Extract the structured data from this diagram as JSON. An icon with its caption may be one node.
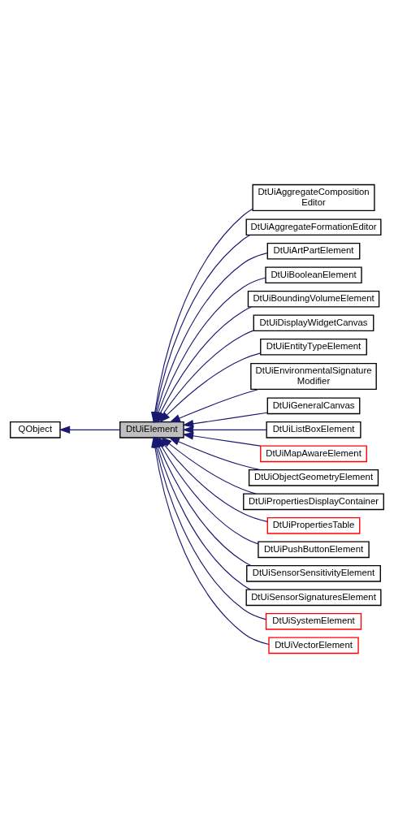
{
  "diagram": {
    "nodes": [
      {
        "text": [
          "QObject"
        ]
      },
      {
        "text": [
          "DtUiElement"
        ]
      },
      {
        "text": [
          "DtUiAggregateComposition Editor"
        ]
      },
      {
        "text": [
          "DtUiAggregateFormationEditor"
        ]
      },
      {
        "text": [
          "DtUiArtPartElement"
        ]
      },
      {
        "text": [
          "DtUiBooleanElement"
        ]
      },
      {
        "text": [
          "DtUiBoundingVolumeElement"
        ]
      },
      {
        "text": [
          "DtUiDisplayWidgetCanvas"
        ]
      },
      {
        "text": [
          "DtUiEntityTypeElement"
        ]
      },
      {
        "text": [
          "DtUiEnvironmentalSignature Modifier"
        ]
      },
      {
        "text": [
          "DtUiGeneralCanvas"
        ]
      },
      {
        "text": [
          "DtUiListBoxElement"
        ]
      },
      {
        "text": [
          "DtUiMapAwareElement"
        ]
      },
      {
        "text": [
          "DtUiObjectGeometryElement"
        ]
      },
      {
        "text": [
          "DtUiPropertiesDisplayContainer"
        ]
      },
      {
        "text": [
          "DtUiPropertiesTable"
        ]
      },
      {
        "text": [
          "DtUiPushButtonElement"
        ]
      },
      {
        "text": [
          "DtUiSensorSensitivityElement"
        ]
      },
      {
        "text": [
          "DtUiSensorSignaturesElement"
        ]
      },
      {
        "text": [
          "DtUiSystemElement"
        ]
      },
      {
        "text": [
          "DtUiVectorElement"
        ]
      }
    ],
    "edges": [
      {
        "from": 1,
        "to": 0,
        "arrow": "to"
      },
      {
        "from": 2,
        "to": 1,
        "arrow": "to"
      },
      {
        "from": 3,
        "to": 1,
        "arrow": "to"
      },
      {
        "from": 4,
        "to": 1,
        "arrow": "to"
      },
      {
        "from": 5,
        "to": 1,
        "arrow": "to"
      },
      {
        "from": 6,
        "to": 1,
        "arrow": "to"
      },
      {
        "from": 7,
        "to": 1,
        "arrow": "to"
      },
      {
        "from": 8,
        "to": 1,
        "arrow": "to"
      },
      {
        "from": 9,
        "to": 1,
        "arrow": "to"
      },
      {
        "from": 10,
        "to": 1,
        "arrow": "to"
      },
      {
        "from": 11,
        "to": 1,
        "arrow": "to"
      },
      {
        "from": 12,
        "to": 1,
        "arrow": "to"
      },
      {
        "from": 13,
        "to": 1,
        "arrow": "to"
      },
      {
        "from": 14,
        "to": 1,
        "arrow": "to"
      },
      {
        "from": 15,
        "to": 1,
        "arrow": "to"
      },
      {
        "from": 16,
        "to": 1,
        "arrow": "to"
      },
      {
        "from": 17,
        "to": 1,
        "arrow": "to"
      },
      {
        "from": 18,
        "to": 1,
        "arrow": "to"
      },
      {
        "from": 19,
        "to": 1,
        "arrow": "to"
      },
      {
        "from": 20,
        "to": 1,
        "arrow": "to"
      }
    ]
  }
}
